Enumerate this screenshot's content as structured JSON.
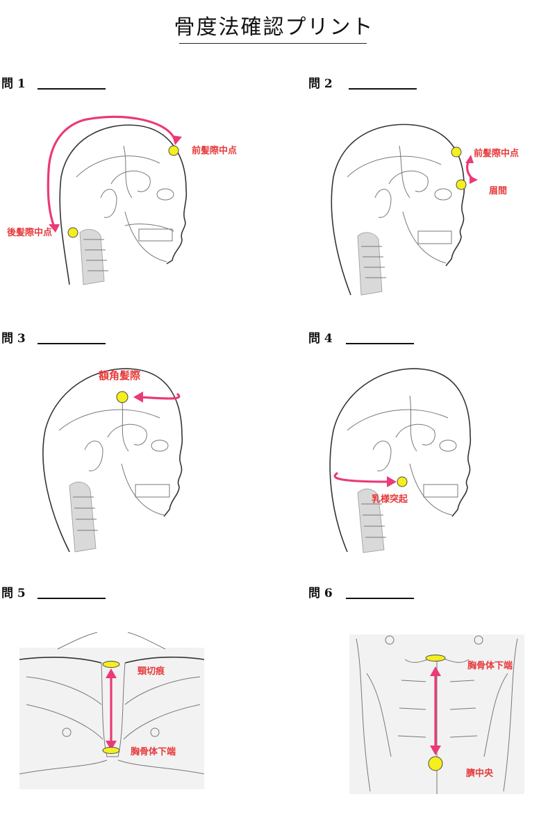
{
  "page": {
    "title": "骨度法確認プリント"
  },
  "questions": [
    {
      "label": "問 1",
      "landmarks": [
        "前髪際中点",
        "後髪際中点"
      ]
    },
    {
      "label": "問 2",
      "landmarks": [
        "前髪際中点",
        "眉間"
      ]
    },
    {
      "label": "問 3",
      "landmarks": [
        "額角髪際"
      ]
    },
    {
      "label": "問 4",
      "landmarks": [
        "乳様突起"
      ]
    },
    {
      "label": "問 5",
      "landmarks": [
        "頸切痕",
        "胸骨体下端"
      ]
    },
    {
      "label": "問 6",
      "landmarks": [
        "胸骨体下端",
        "臍中央"
      ]
    }
  ],
  "colors": {
    "arrow": "#ea3a78",
    "landmark_text": "#e63a3a",
    "point_fill": "#f5ef1e"
  }
}
